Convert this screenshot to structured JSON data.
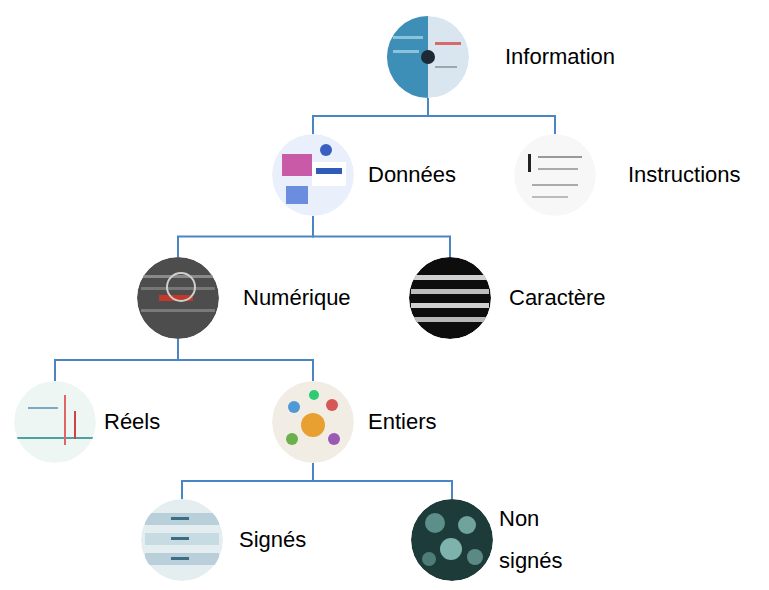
{
  "diagram": {
    "nodes": [
      {
        "text": [
          "Information"
        ]
      },
      {
        "text": [
          "Données"
        ]
      },
      {
        "text": [
          "Instructions"
        ]
      },
      {
        "text": [
          "Numérique"
        ]
      },
      {
        "text": [
          "Caractère"
        ]
      },
      {
        "text": [
          "Réels"
        ]
      },
      {
        "text": [
          "Entiers"
        ]
      },
      {
        "text": [
          "Signés"
        ]
      },
      {
        "text": [
          "Non signés"
        ]
      }
    ],
    "edges": [
      {
        "from": 0,
        "to": 1,
        "arrow": "none"
      },
      {
        "from": 0,
        "to": 2,
        "arrow": "none"
      },
      {
        "from": 1,
        "to": 3,
        "arrow": "none"
      },
      {
        "from": 1,
        "to": 4,
        "arrow": "none"
      },
      {
        "from": 3,
        "to": 5,
        "arrow": "none"
      },
      {
        "from": 3,
        "to": 6,
        "arrow": "none"
      },
      {
        "from": 6,
        "to": 7,
        "arrow": "none"
      },
      {
        "from": 6,
        "to": 8,
        "arrow": "none"
      }
    ]
  }
}
